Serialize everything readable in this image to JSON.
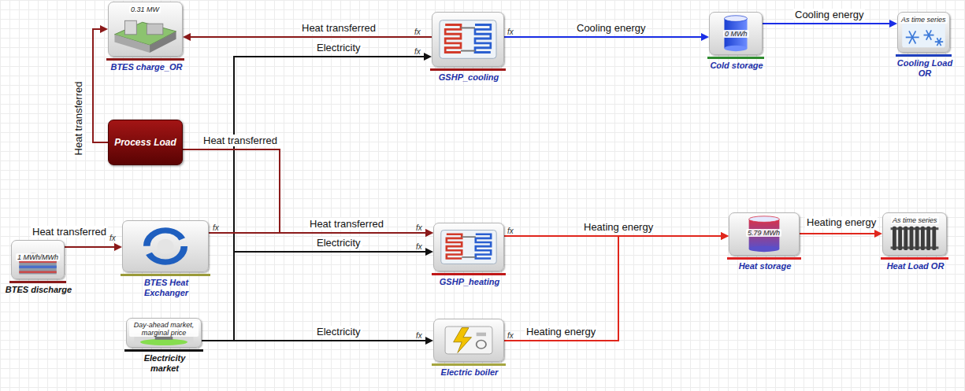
{
  "diagram": {
    "nodes": [
      {
        "text": [
          "0.31 MW",
          "BTES charge_OR"
        ]
      },
      {
        "text": [
          "GSHP_cooling"
        ]
      },
      {
        "text": [
          "0 MWh",
          "Cold storage"
        ]
      },
      {
        "text": [
          "As time series",
          "Cooling Load OR"
        ]
      },
      {
        "text": [
          "Process Load"
        ]
      },
      {
        "text": [
          "1 MWh/MWh",
          "BTES discharge"
        ]
      },
      {
        "text": [
          "BTES Heat Exchanger"
        ]
      },
      {
        "text": [
          "GSHP_heating"
        ]
      },
      {
        "text": [
          "5.79 MWh",
          "Heat storage"
        ]
      },
      {
        "text": [
          "As time series",
          "Heat Load OR"
        ]
      },
      {
        "text": [
          "Day-ahead market, marginal price",
          "Electricity market"
        ]
      },
      {
        "text": [
          "Electric boiler"
        ]
      }
    ],
    "edges": [
      {
        "from": 1,
        "to": 0,
        "arrow": "to",
        "label": "Heat transferred"
      },
      {
        "from": 10,
        "to": 1,
        "arrow": "to",
        "label": "Electricity"
      },
      {
        "from": 1,
        "to": 2,
        "arrow": "to",
        "label": "Cooling energy"
      },
      {
        "from": 2,
        "to": 3,
        "arrow": "to",
        "label": "Cooling energy"
      },
      {
        "from": 4,
        "to": 0,
        "arrow": "to",
        "label": "Heat transferred"
      },
      {
        "from": 4,
        "to": 7,
        "arrow": "to",
        "label": "Heat transferred"
      },
      {
        "from": 5,
        "to": 6,
        "arrow": "to",
        "label": "Heat transferred"
      },
      {
        "from": 6,
        "to": 7,
        "arrow": "to",
        "label": "Heat transferred"
      },
      {
        "from": 10,
        "to": 7,
        "arrow": "to",
        "label": "Electricity"
      },
      {
        "from": 10,
        "to": 11,
        "arrow": "to",
        "label": "Electricity"
      },
      {
        "from": 7,
        "to": 8,
        "arrow": "to",
        "label": "Heating energy"
      },
      {
        "from": 11,
        "to": 8,
        "arrow": "to",
        "label": "Heating energy"
      },
      {
        "from": 8,
        "to": 9,
        "arrow": "to",
        "label": "Heating energy"
      }
    ],
    "labels": [
      "fx",
      "fx",
      "fx",
      "fx",
      "fx",
      "fx",
      "fx",
      "fx",
      "fx",
      "fx"
    ]
  }
}
